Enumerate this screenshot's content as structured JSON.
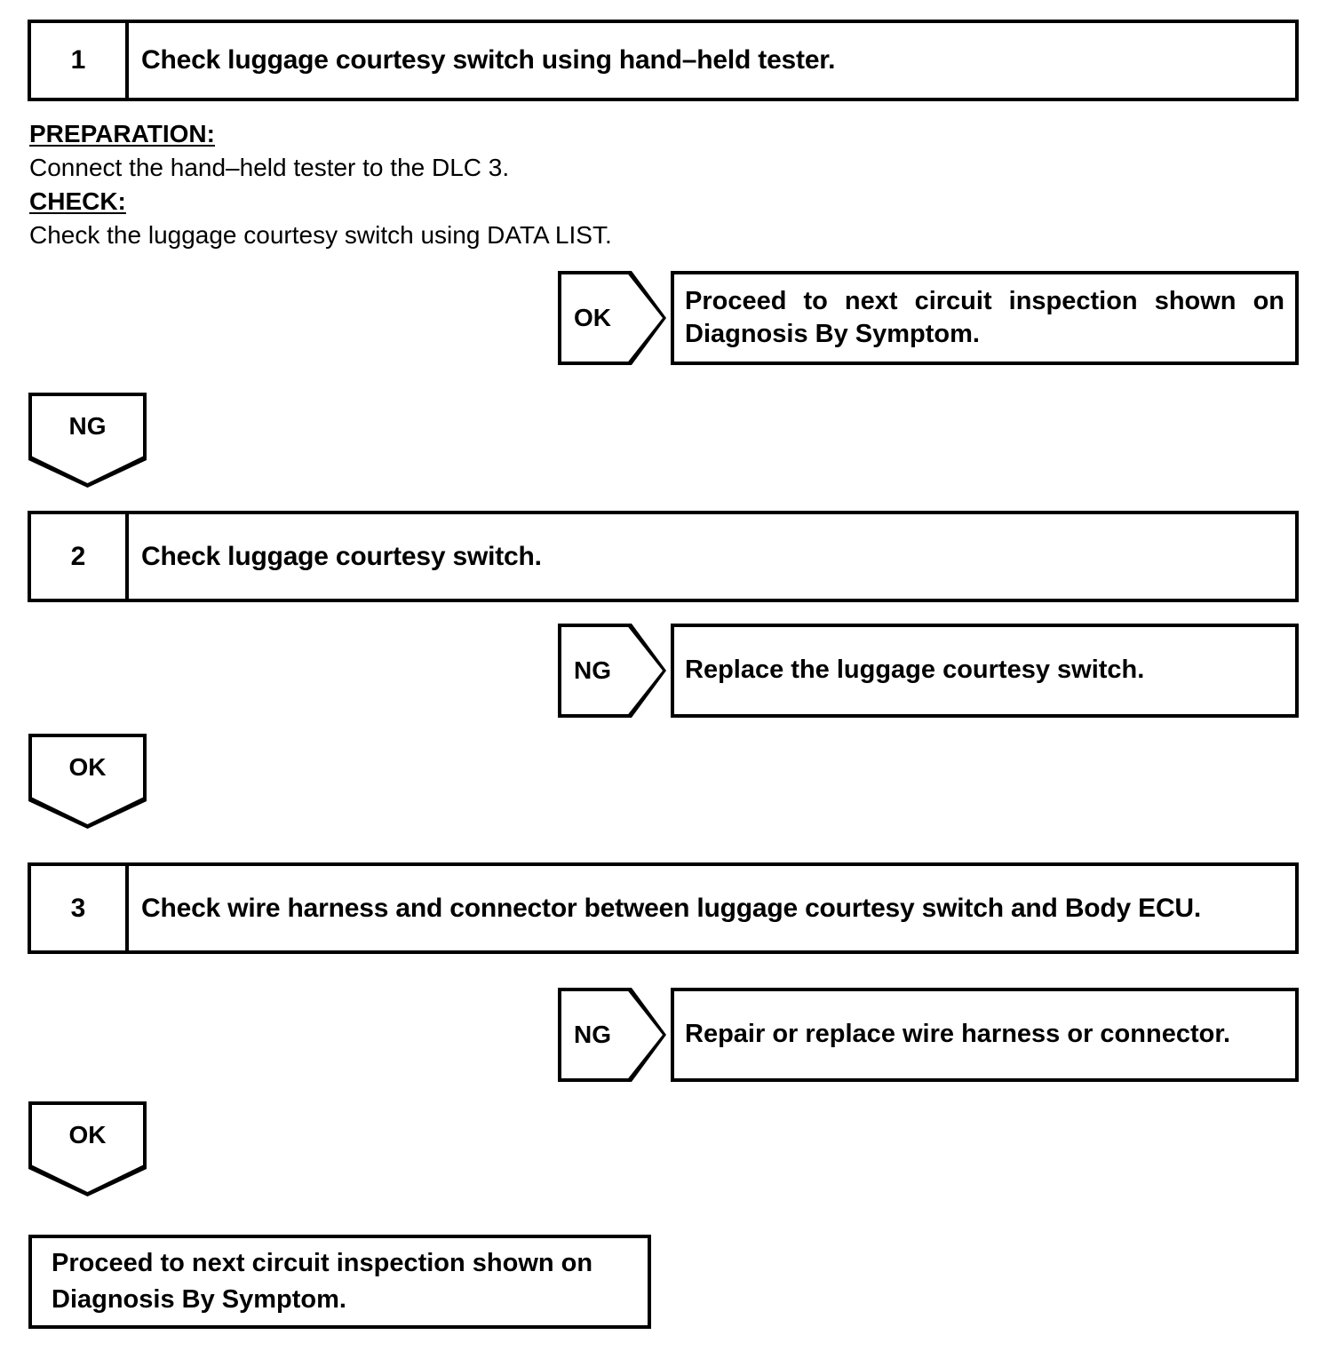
{
  "document": {
    "type": "diagnostic-flowchart",
    "title": "Luggage courtesy switch circuit inspection"
  },
  "steps": [
    {
      "number": "1",
      "title": "Check luggage courtesy switch using hand–held tester.",
      "details": [
        {
          "kind": "heading",
          "text": "PREPARATION:"
        },
        {
          "kind": "line",
          "text": "Connect the hand–held tester to the DLC 3."
        },
        {
          "kind": "heading",
          "text": "CHECK:"
        },
        {
          "kind": "line",
          "text": "Check the luggage courtesy switch using DATA LIST."
        }
      ]
    },
    {
      "number": "2",
      "title": "Check luggage courtesy switch."
    },
    {
      "number": "3",
      "title": "Check wire harness and connector between luggage courtesy switch and Body ECU."
    }
  ],
  "branches": {
    "step1_ok": {
      "judgement": "OK",
      "result_line1": "Proceed to next circuit inspection shown on",
      "result_line2": "Diagnosis By Symptom."
    },
    "step1_ng": {
      "judgement": "NG"
    },
    "step2_ng": {
      "judgement": "NG",
      "result": "Replace the luggage courtesy switch."
    },
    "step2_ok": {
      "judgement": "OK"
    },
    "step3_ng": {
      "judgement": "NG",
      "result": "Repair or replace wire harness or connector."
    },
    "step3_ok": {
      "judgement": "OK"
    }
  },
  "final": {
    "line1": "Proceed to next circuit inspection shown on",
    "line2": "Diagnosis By Symptom."
  },
  "colors": {
    "ink": "#000000",
    "paper": "#ffffff"
  }
}
